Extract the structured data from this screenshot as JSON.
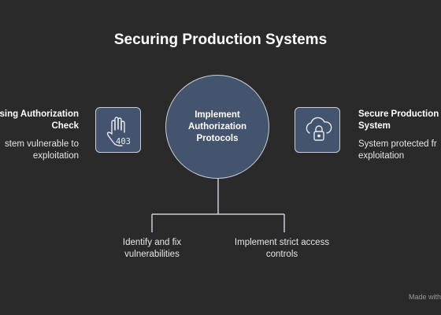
{
  "title": "Securing Production Systems",
  "center": {
    "label": "Implement Authorization Protocols"
  },
  "left": {
    "title_lines": [
      "ssing Authorization",
      "Check"
    ],
    "desc_lines": [
      "stem vulnerable to",
      "exploitation"
    ],
    "icon": "raised-hand-403-icon"
  },
  "right": {
    "title_lines": [
      "Secure Production",
      "System"
    ],
    "desc_lines": [
      "System protected fr",
      "exploitation"
    ],
    "icon": "cloud-lock-icon"
  },
  "branches": [
    {
      "lines": [
        "Identify and fix",
        "vulnerabilities"
      ]
    },
    {
      "lines": [
        "Implement strict access",
        "controls"
      ]
    }
  ],
  "watermark": "Made with",
  "colors": {
    "background": "#2a2a2a",
    "node_fill": "#44546f",
    "stroke": "#c9ced6"
  }
}
